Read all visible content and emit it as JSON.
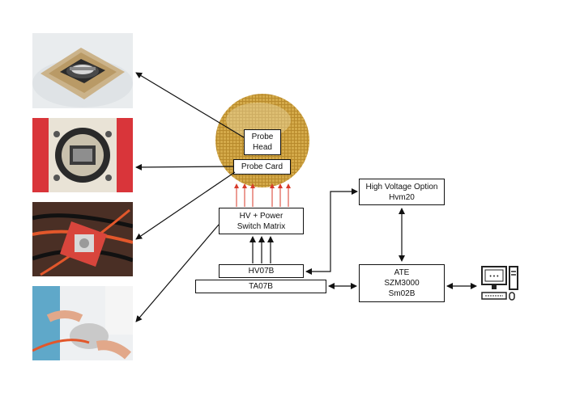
{
  "colors": {
    "line": "#111111",
    "red_signal": "#d83a2a",
    "wafer_gold": "#b88a2c",
    "background": "#ffffff"
  },
  "photos": [
    {
      "name": "probe-head-photo",
      "icon": "probe-head-image"
    },
    {
      "name": "probe-card-photo",
      "icon": "probe-card-image"
    },
    {
      "name": "switch-matrix-photo",
      "icon": "cable-harness-image"
    },
    {
      "name": "operator-photo",
      "icon": "operator-hands-image"
    }
  ],
  "labels": {
    "probe_head": [
      "Probe",
      "Head"
    ],
    "probe_card": "Probe Card",
    "hv_power": [
      "HV + Power",
      "Switch Matrix"
    ],
    "hv07b": "HV07B",
    "ta07b": "TA07B",
    "hv_option": [
      "High Voltage Option",
      "Hvm20"
    ],
    "ate": [
      "ATE",
      "SZM3000",
      "Sm02B"
    ]
  },
  "icons": {
    "computer": "desktop-computer-icon",
    "wafer": "wafer-image"
  }
}
